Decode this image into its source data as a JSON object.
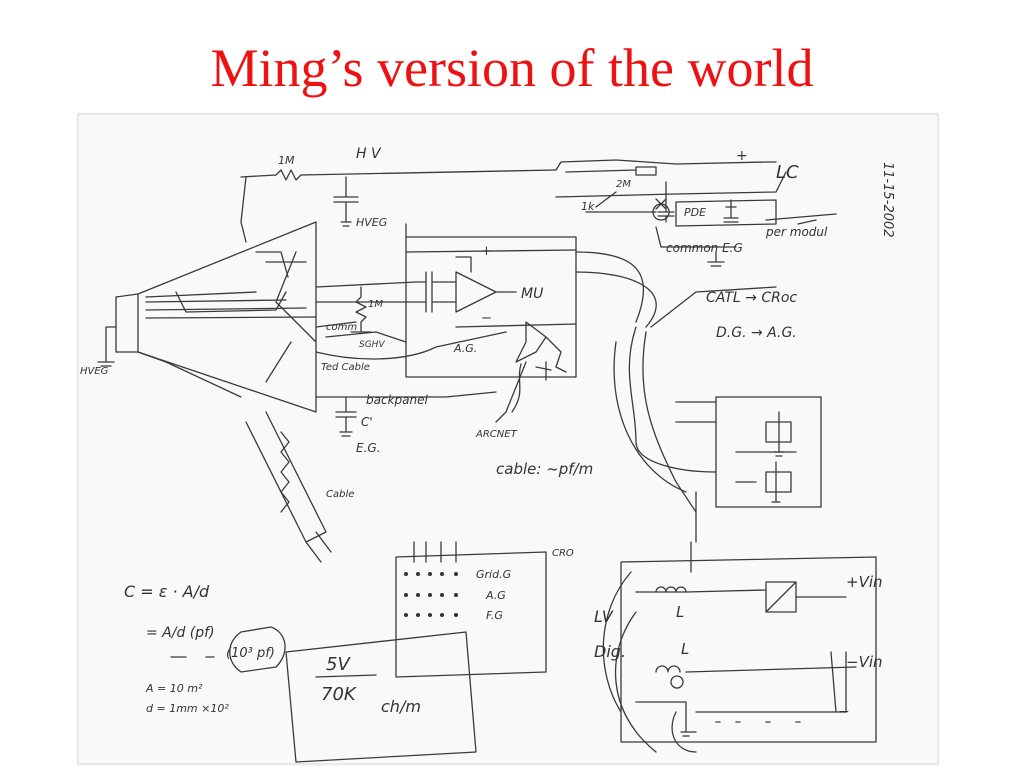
{
  "slide": {
    "title": "Ming’s version of the world",
    "title_color": "#ee1111"
  },
  "sketch": {
    "paper_color": "#f9f9f7",
    "ink_color": "#333333",
    "labels": {
      "res_1m_top": "1M",
      "hv": "H V",
      "hveg": "HVEG",
      "plus_top": "+",
      "lc": "LC",
      "res_2m": "2M",
      "res_1k": "1k",
      "pde": "PDE",
      "common_eg": "common E.G",
      "per_module": "per modul",
      "date": "11-15-2002",
      "hveg_left": "HVEG",
      "plus_amp": "+",
      "minus_amp": "−",
      "mu": "MU",
      "res_1m_mid": "1M",
      "comm": "comm",
      "sghv": "SGHV",
      "ag_mid": "A.G.",
      "ted_cable": "Ted Cable",
      "backpanel": "backpanel",
      "c_prime": "C'",
      "eg_lower": "E.G.",
      "arcnet": "ARCNET",
      "cable_pf": "cable: ~pf/m",
      "catl_croc": "CATL → CRoc",
      "dg_ag": "D.G. → A.G.",
      "cable_short": "Cable",
      "formula_c": "C = ε · A/d",
      "formula_a": "= A/d (pf)",
      "formula_1e3": "(10³ pf)",
      "formula_aval": "A = 10 m²",
      "formula_dval": "d = 1mm ×10²",
      "grid_a": "Grid.G",
      "grid_b": "A.G",
      "grid_c": "F.G",
      "cro": "CRO",
      "note_5v": "5V",
      "note_70k": "70K",
      "note_ch": "ch/m",
      "lv": "LV",
      "dig": "Dig.",
      "l_top": "L",
      "l_bottom": "L",
      "vin_top": "+Vin",
      "vin_bottom": "−Vin",
      "minus_right": "−"
    }
  }
}
